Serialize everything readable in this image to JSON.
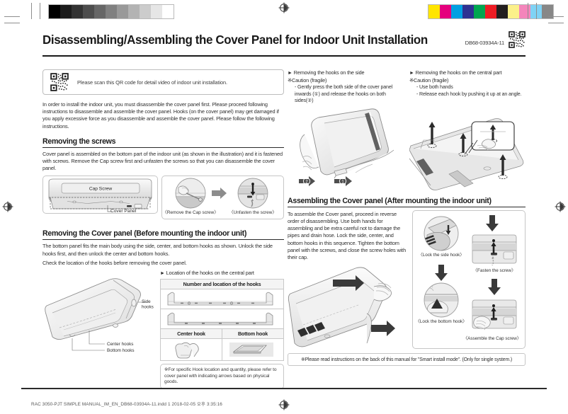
{
  "print_marks": {
    "grayscale_swatches": [
      "#000000",
      "#1c1c1c",
      "#333333",
      "#4d4d4d",
      "#666666",
      "#808080",
      "#999999",
      "#b3b3b3",
      "#cccccc",
      "#e6e6e6",
      "#ffffff"
    ],
    "color_swatches": [
      "#ffe500",
      "#e5007d",
      "#00a0e2",
      "#2e3192",
      "#00a650",
      "#ed1c24",
      "#221e1f",
      "#fbf08a",
      "#f485bb",
      "#7fd3f5",
      "#878787"
    ],
    "registration_mark_name": "registration-target"
  },
  "header": {
    "title": "Disassembling/Assembling the Cover Panel for Indoor Unit Installation",
    "doc_code": "DB68-03934A-11"
  },
  "qr_notice": {
    "text": "Please scan this QR code for detail video of indoor unit installation."
  },
  "intro": {
    "paragraph": "In order to install the indoor unit, you must disassemble the cover panel first. Please proceed following instructions to disassemble and assemble the cover panel. Hooks (on the cover panel) may get damaged if you apply excessive force as you disassemble and assemble the cover panel. Please follow the following instructions."
  },
  "section_screws": {
    "heading": "Removing the screws",
    "body": "Cover panel is assembled on the bottom part of the indoor unit (as shown in the illustration) and it is fastened with screws. Remove the Cap screw first and unfasten the screws so that you can disassemble the cover panel.",
    "label_cap_screw": "Cap Screw",
    "label_cover_panel": "Cover Panel",
    "caption_remove": "〈Remove the Cap screw〉",
    "caption_unfasten": "〈Unfasten the screw〉"
  },
  "section_cover_panel": {
    "heading": "Removing the Cover panel (Before mounting the indoor unit)",
    "body_1": "The bottom panel fits the main body using the side, center, and bottom hooks as shown. Unlock the side hooks first, and then unlock the center and bottom hooks.",
    "body_2": "Check the location of the hooks before removing the cover panel.",
    "label_side_hooks": "Side hooks",
    "label_center_hooks": "Center hooks",
    "label_bottom_hooks": "Bottom hooks",
    "hooks_location_heading": "Location of the hooks on the central part",
    "table": {
      "header": "Number and location of the hooks",
      "subheader_left": "Center hook",
      "subheader_right": "Bottom hook"
    },
    "note": "※For specific Hook location and quantity, please refer to cover panel with indicating arrows based on physical goods."
  },
  "section_side_hooks": {
    "heading": "Removing the hooks on the side",
    "caution": "※Caution (fragile)",
    "items": [
      "- Gently press the both side of the cover panel",
      "inwards (①) and release the hooks on both",
      "sides(②)"
    ]
  },
  "section_central_hooks": {
    "heading": "Removing the hooks on the central part",
    "caution": "※Caution (fragile)",
    "items": [
      "- Use both hands",
      "- Release each hook by pushing it up at  an angle."
    ]
  },
  "section_assembling": {
    "heading": "Assembling the Cover panel (After mounting the indoor unit)",
    "body": "To assemble the Cover panel, proceed in reverse order of disassembling. Use both hands for assembling and be extra careful not to damage the pipes and drain hose. Lock the side, center, and bottom hooks in this sequence. Tighten the bottom panel with the screws, and close the screw holes with their cap.",
    "captions": {
      "lock_side": "〈Lock the side hook〉",
      "fasten_screw": "〈Fasten the screw〉",
      "lock_bottom": "〈Lock the bottom hook〉",
      "assemble_cap": "〈Assemble the Cap screw〉"
    }
  },
  "smart_note": {
    "text": "※Please read instructions on the back of this manual for \"Smart install mode\". (Only for single system.)"
  },
  "footer": {
    "text": "RAC 3050-PJT SIMPLE MANUAL_IM_EN_DB68-03934A-11.indd   1                                        2018-02-05   오후 3:35:16"
  },
  "colors": {
    "ink": "#231f20",
    "rule": "#2b2b2b",
    "frame": "#c6c6c6",
    "illustration_light": "#e9e9e9",
    "illustration_mid": "#cfcfcf",
    "illustration_dark": "#9a9a9a"
  }
}
